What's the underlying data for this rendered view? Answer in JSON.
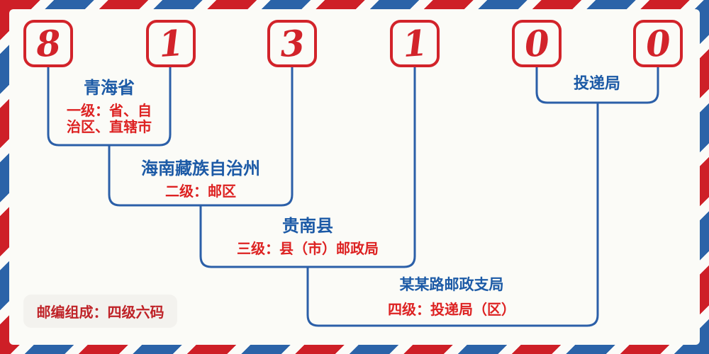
{
  "postcode": {
    "digits": [
      "8",
      "1",
      "3",
      "1",
      "0",
      "0"
    ]
  },
  "levels": {
    "level1": {
      "title": "青海省",
      "subtitle_line1": "一级：省、自",
      "subtitle_line2": "治区、直辖市"
    },
    "level2": {
      "title": "海南藏族自治州",
      "subtitle": "二级：邮区"
    },
    "level3": {
      "title": "贵南县",
      "subtitle": "三级：县（市）邮政局"
    },
    "level4": {
      "title": "某某路邮政支局",
      "subtitle": "四级：投递局（区）"
    },
    "delivery": {
      "title": "投递局"
    }
  },
  "footer": {
    "badge": "邮编组成：四级六码"
  },
  "colors": {
    "stripe_red": "#ce1f27",
    "stripe_blue": "#2b63a8",
    "digit_red": "#d2232a",
    "connector_blue": "#2b5fa8",
    "title_blue": "#1c5aa6",
    "subtitle_red": "#dd2222",
    "badge_text_red": "#bf2328",
    "badge_background": "#f3f2ee",
    "background": "#fbfbf7"
  }
}
